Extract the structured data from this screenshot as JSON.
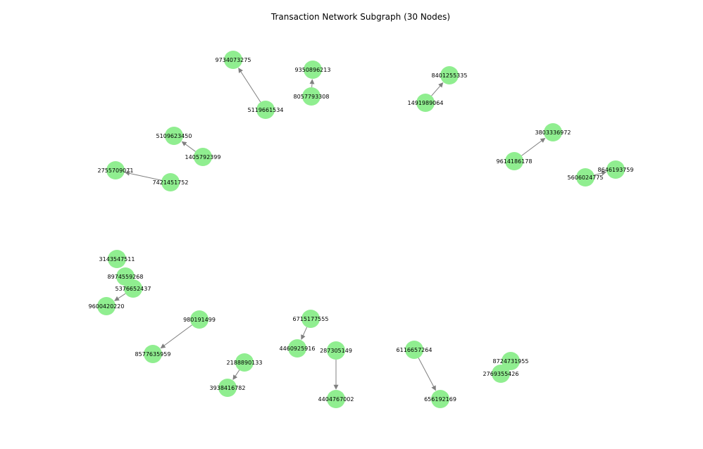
{
  "title": "Transaction Network Subgraph (30 Nodes)",
  "colors": {
    "node": "#90ee90",
    "edge": "#808080",
    "label": "#000000",
    "background": "#ffffff"
  },
  "nodes": [
    {
      "id": "9734073275"
    },
    {
      "id": "5119661534"
    },
    {
      "id": "9350896213"
    },
    {
      "id": "8057793308"
    },
    {
      "id": "8401255335"
    },
    {
      "id": "1491989064"
    },
    {
      "id": "5109623450"
    },
    {
      "id": "1405792399"
    },
    {
      "id": "2755709071"
    },
    {
      "id": "7421451752"
    },
    {
      "id": "3803336972"
    },
    {
      "id": "9614186178"
    },
    {
      "id": "8646193759"
    },
    {
      "id": "5606024775"
    },
    {
      "id": "3143547511"
    },
    {
      "id": "8974559268"
    },
    {
      "id": "5376652437"
    },
    {
      "id": "9600420220"
    },
    {
      "id": "980191499"
    },
    {
      "id": "8577635959"
    },
    {
      "id": "6715177555"
    },
    {
      "id": "4460925916"
    },
    {
      "id": "287305149"
    },
    {
      "id": "4404767002"
    },
    {
      "id": "6116657264"
    },
    {
      "id": "656192169"
    },
    {
      "id": "2188890133"
    },
    {
      "id": "3938416782"
    },
    {
      "id": "8724731955"
    },
    {
      "id": "2769355426"
    }
  ],
  "edges": [
    {
      "source": "5119661534",
      "target": "9734073275"
    },
    {
      "source": "8057793308",
      "target": "9350896213"
    },
    {
      "source": "1491989064",
      "target": "8401255335"
    },
    {
      "source": "1405792399",
      "target": "5109623450"
    },
    {
      "source": "7421451752",
      "target": "2755709071"
    },
    {
      "source": "9614186178",
      "target": "3803336972"
    },
    {
      "source": "5606024775",
      "target": "8646193759"
    },
    {
      "source": "5376652437",
      "target": "9600420220"
    },
    {
      "source": "980191499",
      "target": "8577635959"
    },
    {
      "source": "6715177555",
      "target": "4460925916"
    },
    {
      "source": "287305149",
      "target": "4404767002"
    },
    {
      "source": "6116657264",
      "target": "656192169"
    },
    {
      "source": "2188890133",
      "target": "3938416782"
    }
  ]
}
